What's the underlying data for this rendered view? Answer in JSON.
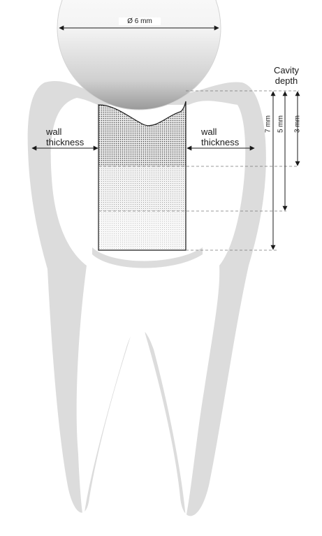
{
  "diagram": {
    "sphere": {
      "diameter_label": "Ø 6 mm"
    },
    "wall_left": {
      "line1": "wall",
      "line2": "thickness"
    },
    "wall_right": {
      "line1": "wall",
      "line2": "thickness"
    },
    "cavity_depth": {
      "title_line1": "Cavity",
      "title_line2": "depth",
      "depths": [
        "3 mm",
        "5 mm",
        "7 mm"
      ]
    },
    "colors": {
      "tooth": "#dcdcdc",
      "pulp": "#ffffff",
      "cavity_top_fill": "#9a9a9a",
      "outline": "#1a1a1a",
      "dashed": "#777777"
    }
  }
}
